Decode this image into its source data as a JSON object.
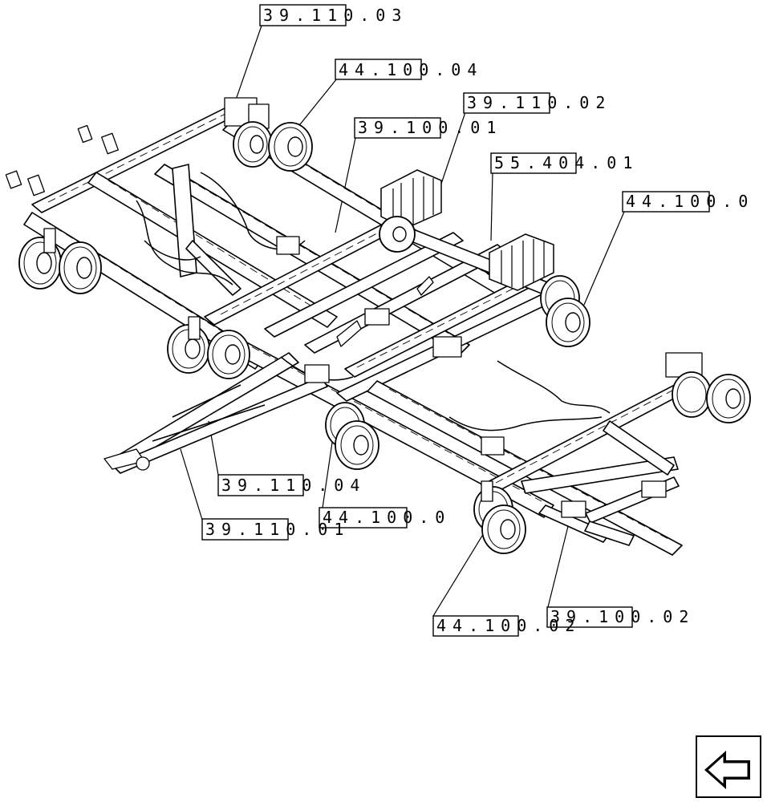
{
  "callouts": [
    {
      "id": "c1",
      "text": "39.110.03"
    },
    {
      "id": "c2",
      "text": "44.100.04"
    },
    {
      "id": "c3",
      "text": "39.110.02"
    },
    {
      "id": "c4",
      "text": "39.100.01"
    },
    {
      "id": "c5",
      "text": "55.404.01"
    },
    {
      "id": "c6",
      "text": "44.100.0"
    },
    {
      "id": "c7",
      "text": "39.110.04"
    },
    {
      "id": "c8",
      "text": "44.100.0"
    },
    {
      "id": "c9",
      "text": "39.110.01"
    },
    {
      "id": "c10",
      "text": "39.100.02"
    },
    {
      "id": "c11",
      "text": "44.100.02"
    }
  ],
  "icons": {
    "nav": "return-arrow-icon"
  }
}
